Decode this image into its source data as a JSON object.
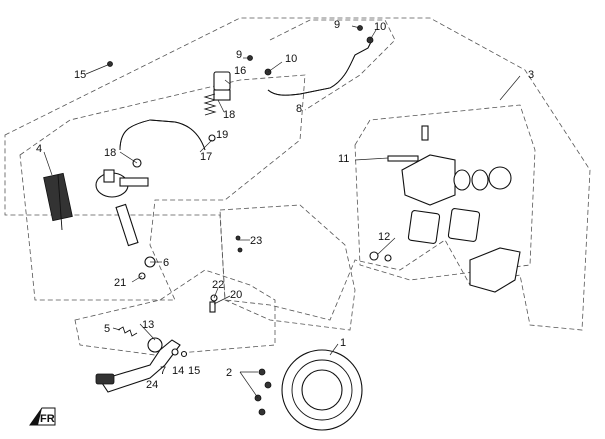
{
  "diagram": {
    "callouts": [
      {
        "id": "c1",
        "text": "1"
      },
      {
        "id": "c2",
        "text": "2"
      },
      {
        "id": "c3",
        "text": "3"
      },
      {
        "id": "c4",
        "text": "4"
      },
      {
        "id": "c5",
        "text": "5"
      },
      {
        "id": "c6",
        "text": "6"
      },
      {
        "id": "c7",
        "text": "7"
      },
      {
        "id": "c8",
        "text": "8"
      },
      {
        "id": "c9a",
        "text": "9"
      },
      {
        "id": "c9b",
        "text": "9"
      },
      {
        "id": "c10a",
        "text": "10"
      },
      {
        "id": "c10b",
        "text": "10"
      },
      {
        "id": "c11",
        "text": "11"
      },
      {
        "id": "c12",
        "text": "12"
      },
      {
        "id": "c13",
        "text": "13"
      },
      {
        "id": "c14",
        "text": "14"
      },
      {
        "id": "c15a",
        "text": "15"
      },
      {
        "id": "c15b",
        "text": "15"
      },
      {
        "id": "c16",
        "text": "16"
      },
      {
        "id": "c17",
        "text": "17"
      },
      {
        "id": "c18a",
        "text": "18"
      },
      {
        "id": "c18b",
        "text": "18"
      },
      {
        "id": "c19",
        "text": "19"
      },
      {
        "id": "c20",
        "text": "20"
      },
      {
        "id": "c21",
        "text": "21"
      },
      {
        "id": "c22",
        "text": "22"
      },
      {
        "id": "c23",
        "text": "23"
      },
      {
        "id": "c24",
        "text": "24"
      }
    ]
  }
}
